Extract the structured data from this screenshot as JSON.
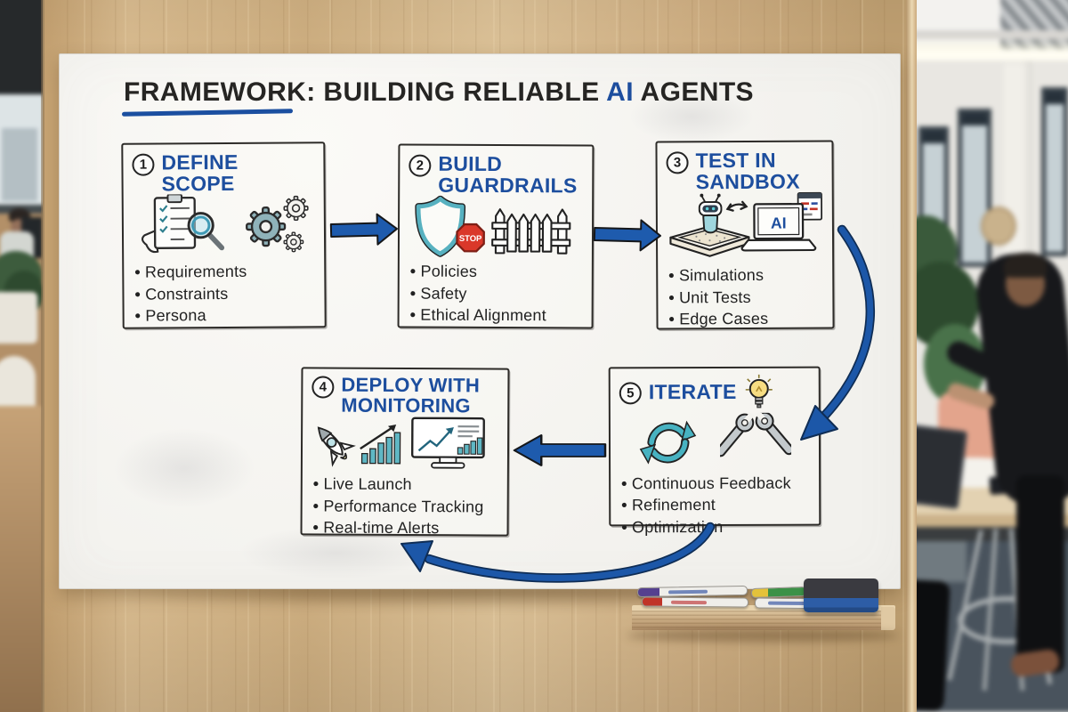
{
  "board": {
    "title": {
      "prefix": "FRAMEWORK:",
      "middle": " BUILDING RELIABLE ",
      "highlight": "AI",
      "suffix": " AGENTS"
    },
    "steps": [
      {
        "number": "1",
        "title": "DEFINE SCOPE",
        "bullets": [
          "Requirements",
          "Constraints",
          "Persona"
        ],
        "icons": [
          "checklist-magnifier-icon",
          "gears-icon"
        ]
      },
      {
        "number": "2",
        "title": "BUILD GUARDRAILS",
        "badge": "STOP",
        "bullets": [
          "Policies",
          "Safety",
          "Ethical Alignment"
        ],
        "icons": [
          "shield-icon",
          "stop-sign-icon",
          "fence-icon"
        ]
      },
      {
        "number": "3",
        "title": "TEST IN SANDBOX",
        "screen_label": "AI",
        "bullets": [
          "Simulations",
          "Unit Tests",
          "Edge Cases"
        ],
        "icons": [
          "sandbox-robot-icon",
          "sync-arrow-icon",
          "laptop-ai-icon",
          "code-window-icon"
        ]
      },
      {
        "number": "4",
        "title": "DEPLOY WITH MONITORING",
        "bullets": [
          "Live Launch",
          "Performance Tracking",
          "Real-time Alerts"
        ],
        "icons": [
          "rocket-icon",
          "growth-chart-icon",
          "dashboard-monitor-icon"
        ]
      },
      {
        "number": "5",
        "title": "ITERATE",
        "bullets": [
          "Continuous Feedback",
          "Refinement",
          "Optimization"
        ],
        "icons": [
          "lightbulb-icon",
          "refresh-cycle-icon",
          "wrench-tools-icon"
        ]
      }
    ],
    "colors": {
      "heading_blue": "#1d4e9e",
      "arrow_blue": "#1e5bad",
      "teal": "#4fb0c0",
      "stop_red": "#da382a",
      "bulb_yellow": "#f6dd85",
      "ink": "#262523",
      "board_white": "#f2f1ed",
      "wood": "#d7b88c"
    }
  },
  "tray": {
    "markers": [
      "purple",
      "red",
      "green-yellow",
      "green"
    ],
    "eraser": "black felt with blue base"
  }
}
